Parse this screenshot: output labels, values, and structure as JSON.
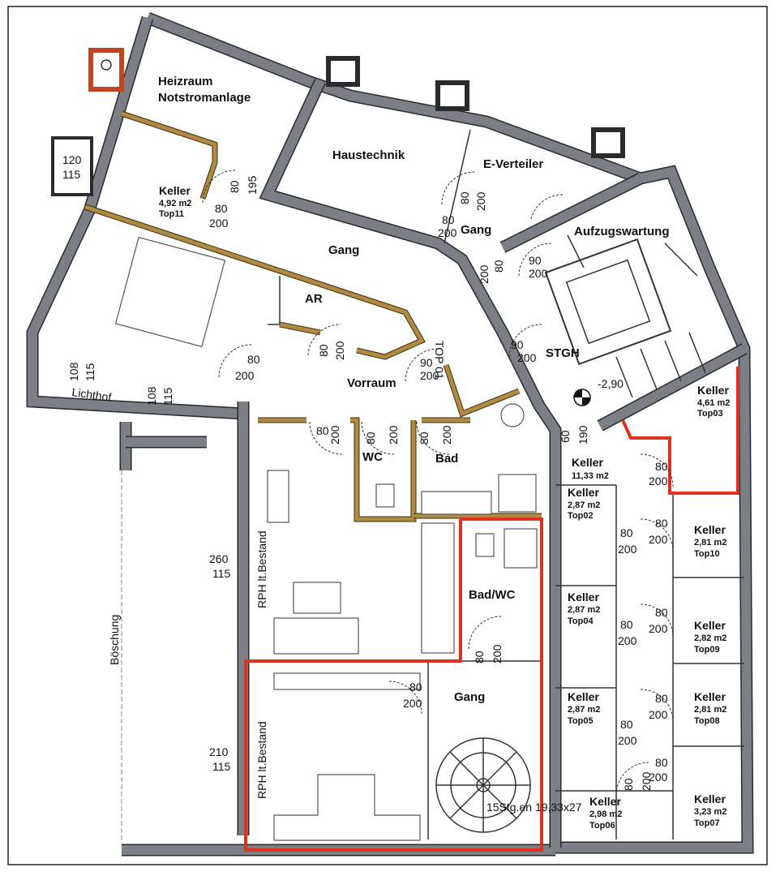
{
  "rooms": {
    "heizraum": "Heizraum",
    "notstrom": "Notstromanlage",
    "haustechnik": "Haustechnik",
    "e_verteiler": "E-Verteiler",
    "gang_top": "Gang",
    "gang_small": "Gang",
    "aufzug": "Aufzugswartung",
    "ar": "AR",
    "vorraum": "Vorraum",
    "top01": "TOP 01",
    "stgh": "STGH",
    "level": "-2,90",
    "wc": "WC",
    "bad": "Bad",
    "bad_wc": "Bad/WC",
    "gang_bottom": "Gang",
    "lichthof": "Lichthof",
    "boeschung": "Böschung",
    "rph1": "RPH lt.Bestand",
    "rph2": "RPH lt.Bestand",
    "stair_note": "15Stg.en 19,33x27"
  },
  "cellars": [
    {
      "title": "Keller",
      "area": "4,92 m2",
      "unit": "Top11"
    },
    {
      "title": "Keller",
      "area": "4,61 m2",
      "unit": "Top03"
    },
    {
      "title": "Keller",
      "area": "11,33 m2",
      "unit": ""
    },
    {
      "title": "Keller",
      "area": "2,87 m2",
      "unit": "Top02"
    },
    {
      "title": "Keller",
      "area": "2,81 m2",
      "unit": "Top10"
    },
    {
      "title": "Keller",
      "area": "2,87 m2",
      "unit": "Top04"
    },
    {
      "title": "Keller",
      "area": "2,82 m2",
      "unit": "Top09"
    },
    {
      "title": "Keller",
      "area": "2,87 m2",
      "unit": "Top05"
    },
    {
      "title": "Keller",
      "area": "2,81 m2",
      "unit": "Top08"
    },
    {
      "title": "Keller",
      "area": "2,98 m2",
      "unit": "Top06"
    },
    {
      "title": "Keller",
      "area": "3,23 m2",
      "unit": "Top07"
    }
  ],
  "dims": {
    "win1_a": "120",
    "win1_b": "115",
    "d195": "195",
    "d80": "80",
    "d200": "200",
    "d90": "90",
    "d190": "190",
    "d60": "60",
    "win2_a": "108",
    "win2_b": "115",
    "win3_a": "108",
    "win3_b": "115",
    "win4_a": "260",
    "win4_b": "115",
    "win5_a": "210",
    "win5_b": "115"
  },
  "colors": {
    "wall": "#8d8f96",
    "inner_wall": "#b08a3e",
    "highlight": "#e0301e",
    "chimney": "#c0461f"
  }
}
